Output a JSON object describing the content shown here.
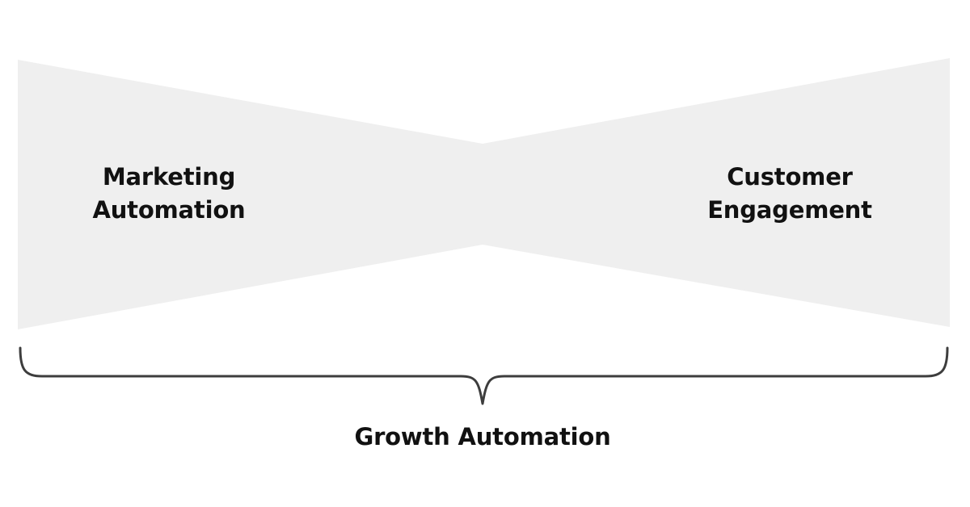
{
  "diagram": {
    "type": "bowtie-concept-diagram",
    "background_color": "#FFFFFF",
    "shape": {
      "name": "bowtie",
      "fill_color": "#EFEFEF",
      "description": "Two opposing triangles meeting at a narrow waist in the center"
    },
    "bracket": {
      "name": "curly-brace-down",
      "stroke_color": "#3D3D3D",
      "stroke_width": 3
    },
    "text_color": "#111111",
    "nodes": [
      {
        "id": "left",
        "name": "marketing-automation",
        "line1": "Marketing",
        "line2": "Automation"
      },
      {
        "id": "right",
        "name": "customer-engagement",
        "line1": "Customer",
        "line2": "Engagement"
      }
    ],
    "bracket_label": "Growth Automation"
  }
}
